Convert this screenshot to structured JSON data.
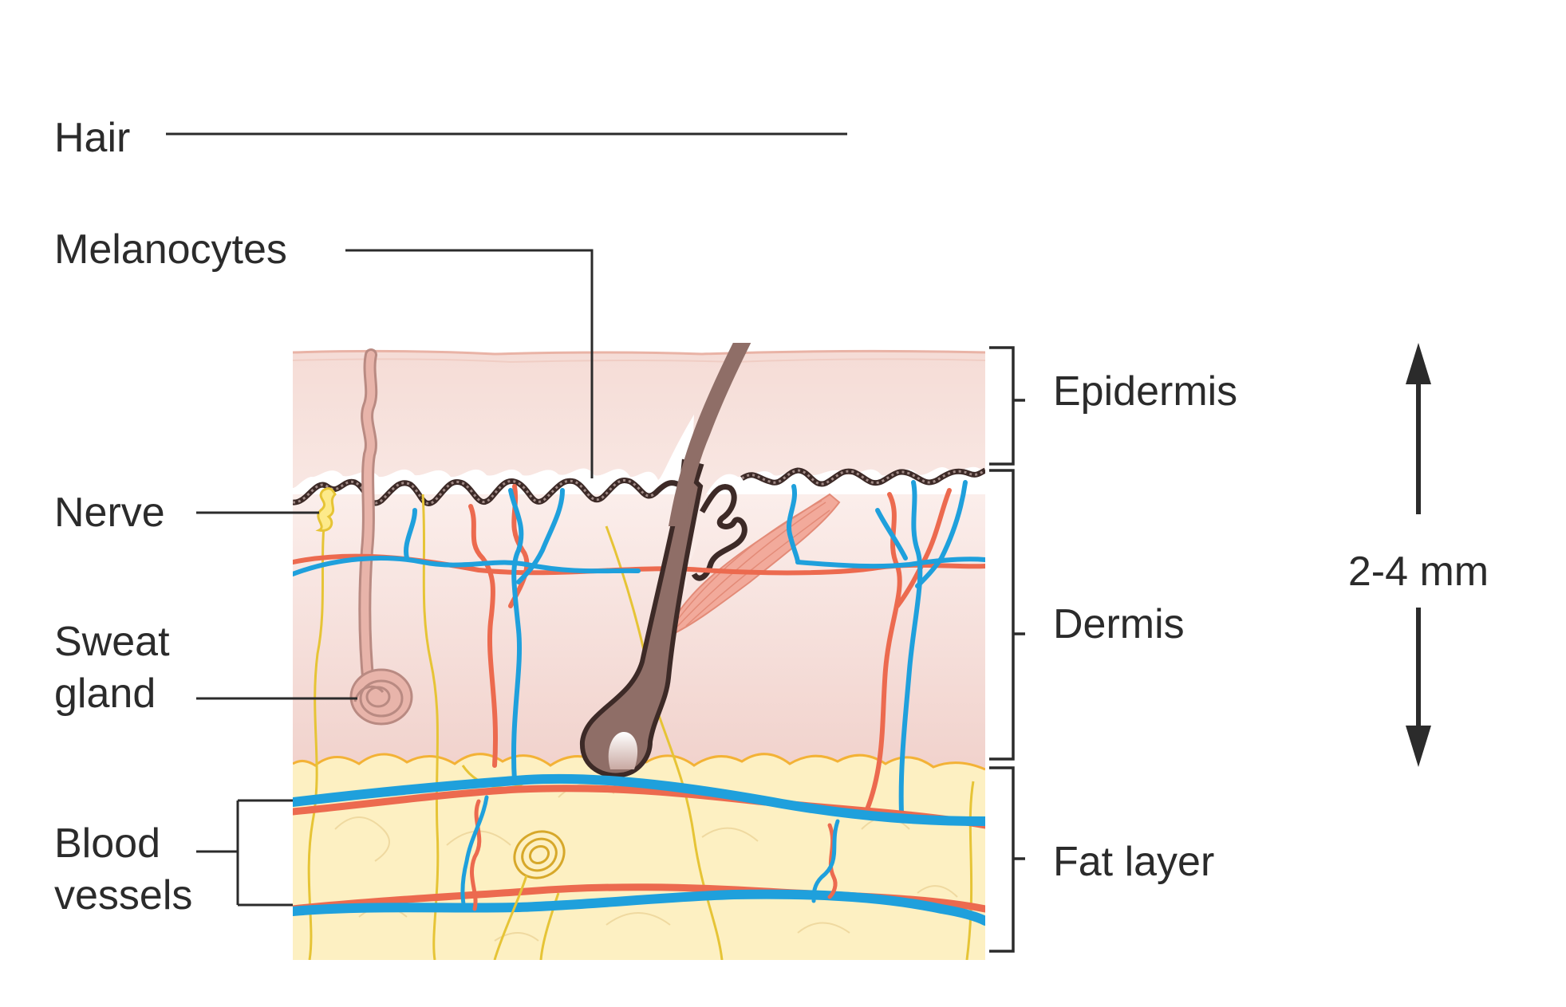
{
  "labels": {
    "hair": "Hair",
    "melanocytes": "Melanocytes",
    "nerve": "Nerve",
    "sweat_line1": "Sweat",
    "sweat_line2": "gland",
    "blood_line1": "Blood",
    "blood_line2": "vessels",
    "epidermis": "Epidermis",
    "dermis": "Dermis",
    "fat_layer": "Fat layer",
    "thickness": "2-4 mm"
  },
  "colors": {
    "epidermis": "#f6e5e1",
    "dermis": "#f3d9d4",
    "fat": "#fdf0c2",
    "fat_outline": "#f3b236",
    "vein": "#1fa0dc",
    "artery": "#ec6a4f",
    "nerve": "#e6c436",
    "hair": "#8f6e67",
    "gland": "#e0a49a",
    "muscle": "#ef9f90",
    "text": "#2b2b2b"
  }
}
